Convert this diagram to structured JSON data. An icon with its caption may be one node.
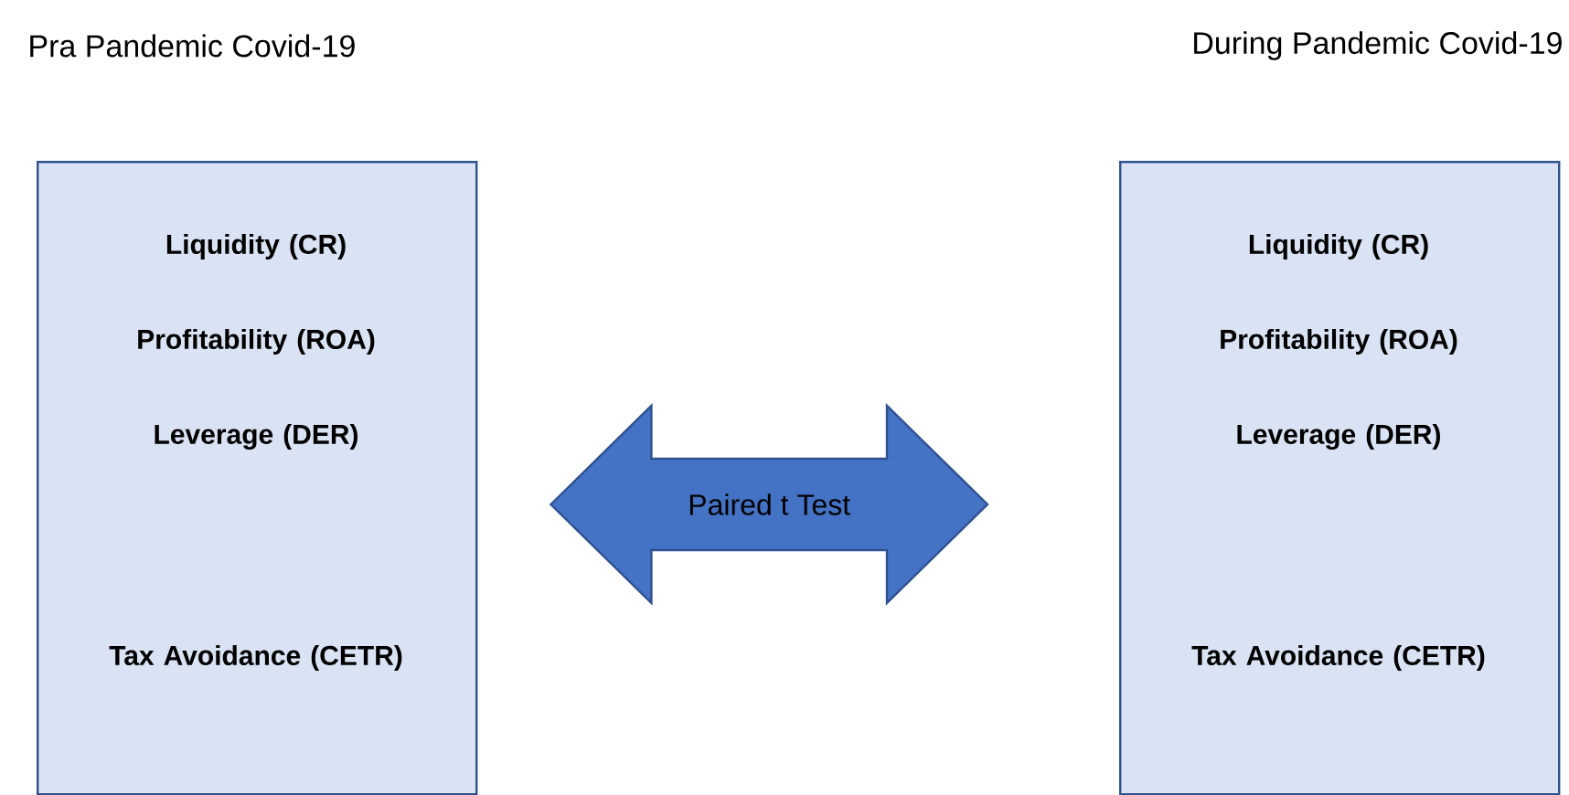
{
  "diagram": {
    "nodes": [
      {
        "text": [
          "Pra Pandemic Covid-19",
          "Liquidity (CR)",
          "Profitability (ROA)",
          "Leverage (DER)",
          "Tax Avoidance (CETR)"
        ]
      },
      {
        "text": [
          "During Pandemic Covid-19",
          "Liquidity (CR)",
          "Profitability (ROA)",
          "Leverage (DER)",
          "Tax Avoidance (CETR)"
        ]
      }
    ],
    "edges": [
      {
        "from": 0,
        "to": 1,
        "arrow": "both",
        "label": "Paired t Test"
      }
    ]
  }
}
